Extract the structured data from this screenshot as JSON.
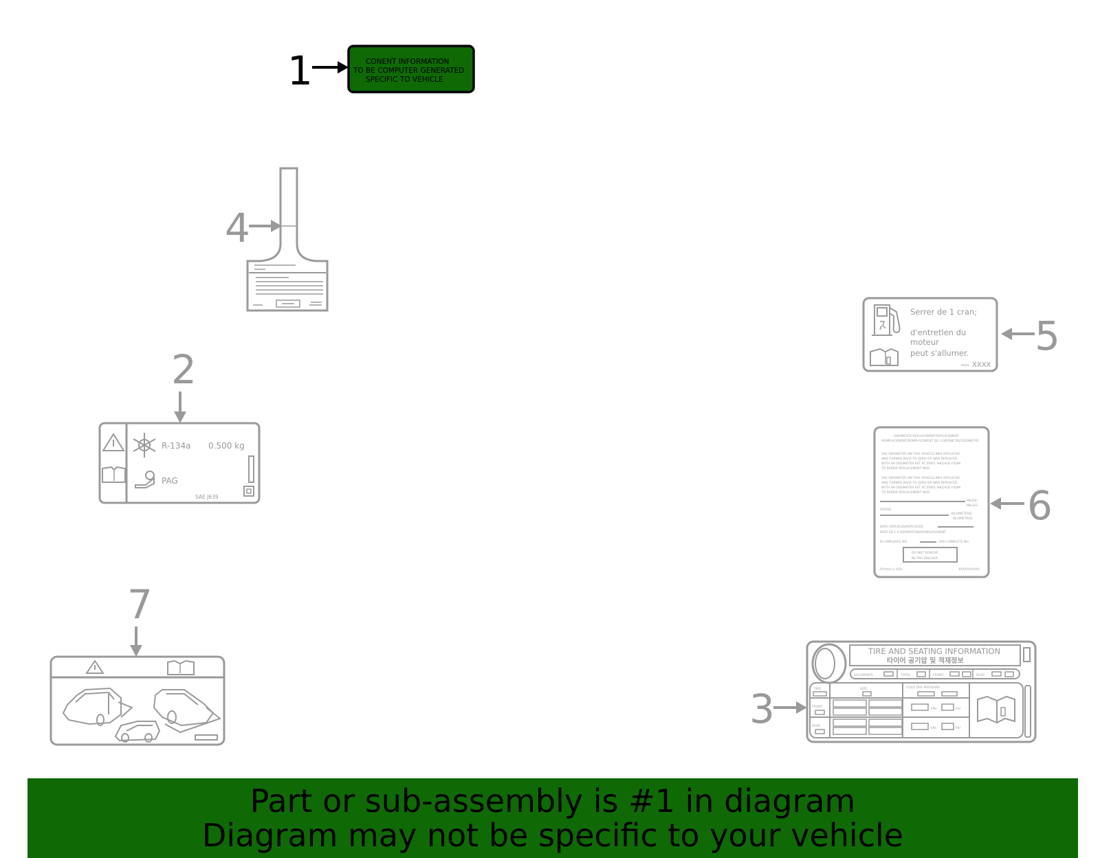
{
  "callouts": {
    "c1": "1",
    "c2": "2",
    "c3": "3",
    "c4": "4",
    "c5": "5",
    "c6": "6",
    "c7": "7"
  },
  "part1_label": {
    "line1": "CONENT INFORMATION",
    "line2": "TO BE COMPUTER GENERATED",
    "line3": "SPECIFIC TO VEHICLE"
  },
  "part2_label": {
    "refrigerant": "R-134a",
    "amount": "0.500 kg",
    "oil": "PAG",
    "standard": "SAE J639"
  },
  "part3_label": {
    "title": "TIRE AND SEATING INFORMATION",
    "title_korean": "타이어 공기압 및 적재정보",
    "occupants": "OCCUPANTS",
    "total": "TOTAL",
    "front": "FRONT",
    "rear": "REAR",
    "tire": "TIRE",
    "size": "SIZE",
    "cold_tire_pressure": "COLD TIRE PRESSURE",
    "front_row": "FRONT",
    "rear_row": "REAR",
    "kpa": "kPa",
    "psi": "PSI"
  },
  "part5_label": {
    "line1": "Serrer de 1 cran;",
    "line2": "d'entretlen du",
    "line3": "moteur",
    "line4": "peut s'allumer.",
    "code_small": "xxxx",
    "code": "XXXX"
  },
  "part6_label": {
    "h1": "ODOMETER REPLACEMENT/REPLACEMENT",
    "h2": "REMPLACEMENT/REMPLACEMENT DE L'ODOMETRE/ODOMETRE",
    "p1a": "THE ODOMETER ON THIS VEHICLE WAS REPLACED",
    "p1b": "AND TURNED BACK TO ZERO OR WAS REPLACED",
    "p1c": "WITH AN ODOMETER SET AT ZERO. MILEAGE FROM",
    "p1d": "TO REPAIR REPLACEMENT WAS:",
    "p2a": "THE ODOMETER ON THIS VEHICLE WAS REPLACED",
    "p2b": "AND TURNED BACK TO ZERO OR WAS REPLACED",
    "p2c": "WITH AN ODOMETER SET AT ZERO. MILEAGE FROM",
    "p2d": "TO REPAIR REPLACEMENT WAS:",
    "miles": "MILES/",
    "milles": "MILLES",
    "oriogi": "ORIOGI",
    "kilometers": "KILOMETERS/",
    "kilometres": "KILOMETRES",
    "date1": "DATE REPLACED/REPLACED:",
    "date2": "DATE DE L A REPARATION/REMPLACEMENT",
    "employee": "BY EMPLOYEE NO.",
    "complete": "PAR COMPLETE NO.",
    "dnr1": "DO NOT REMOVE",
    "dnr2": "NE PAS ENLEVER",
    "printed": "Printed in USA",
    "code": "XXXXXXXXXX"
  },
  "banner": {
    "line1": "Part or sub-assembly is #1 in diagram",
    "line2": "Diagram may not be specific to your vehicle"
  },
  "colors": {
    "highlight_green": "#0f6a05",
    "line_gray": "#9a9a9a",
    "black": "#000000"
  }
}
